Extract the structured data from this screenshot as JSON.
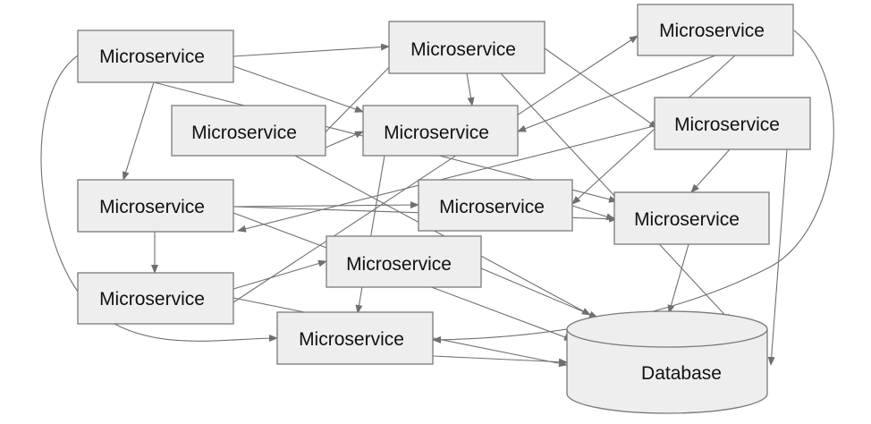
{
  "colors": {
    "box_fill": "#eeeeee",
    "box_stroke": "#7a7a7a",
    "edge": "#6f6f6f",
    "text": "#111111"
  },
  "services": [
    {
      "id": "s1",
      "label": "Microservice"
    },
    {
      "id": "s2",
      "label": "Microservice"
    },
    {
      "id": "s3",
      "label": "Microservice"
    },
    {
      "id": "s4",
      "label": "Microservice"
    },
    {
      "id": "s5",
      "label": "Microservice"
    },
    {
      "id": "s6",
      "label": "Microservice"
    },
    {
      "id": "s7",
      "label": "Microservice"
    },
    {
      "id": "s8",
      "label": "Microservice"
    },
    {
      "id": "s9",
      "label": "Microservice"
    },
    {
      "id": "s10",
      "label": "Microservice"
    },
    {
      "id": "s11",
      "label": "Microservice"
    },
    {
      "id": "s12",
      "label": "Microservice"
    }
  ],
  "database": {
    "id": "db",
    "label": "Database"
  },
  "edges": [
    {
      "from": "s1",
      "to": "s2"
    },
    {
      "from": "s1",
      "to": "s5"
    },
    {
      "from": "s1",
      "to": "s6"
    },
    {
      "from": "s1",
      "to": "s12"
    },
    {
      "from": "s1",
      "to": "db"
    },
    {
      "from": "s2",
      "to": "s6"
    },
    {
      "from": "s2",
      "to": "s7"
    },
    {
      "from": "s2",
      "to": "db"
    },
    {
      "from": "s3",
      "to": "s6"
    },
    {
      "from": "s3",
      "to": "s8"
    },
    {
      "from": "s3",
      "to": "s5"
    },
    {
      "from": "s4",
      "to": "s6"
    },
    {
      "from": "s4",
      "to": "s2"
    },
    {
      "from": "s4",
      "to": "db"
    },
    {
      "from": "s5",
      "to": "s8"
    },
    {
      "from": "s5",
      "to": "s9"
    },
    {
      "from": "s5",
      "to": "s11"
    },
    {
      "from": "s5",
      "to": "db"
    },
    {
      "from": "s6",
      "to": "s12"
    },
    {
      "from": "s7",
      "to": "s5"
    },
    {
      "from": "s7",
      "to": "s9"
    },
    {
      "from": "s7",
      "to": "db"
    },
    {
      "from": "s8",
      "to": "s9"
    },
    {
      "from": "s9",
      "to": "db"
    },
    {
      "from": "s10",
      "to": "db"
    },
    {
      "from": "s11",
      "to": "s3"
    },
    {
      "from": "s11",
      "to": "s10"
    },
    {
      "from": "s11",
      "to": "db"
    },
    {
      "from": "s12",
      "to": "db"
    }
  ]
}
